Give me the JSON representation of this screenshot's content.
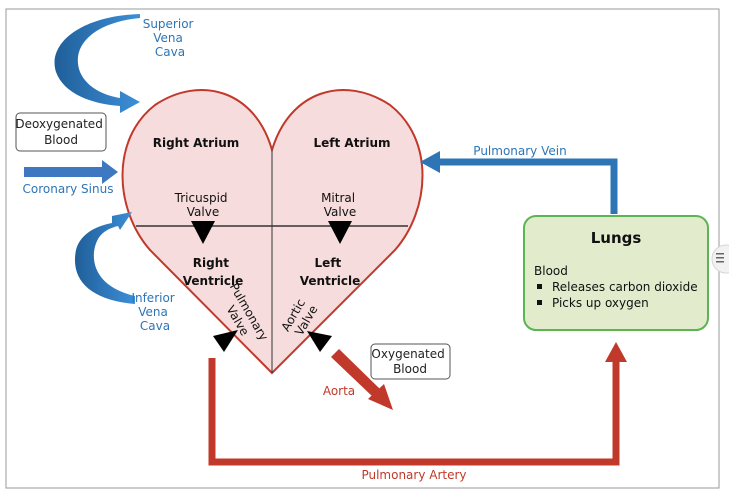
{
  "labels": {
    "superior_vena_cava": [
      "Superior",
      "Vena",
      "Cava"
    ],
    "inferior_vena_cava": [
      "Inferior",
      "Vena",
      "Cava"
    ],
    "coronary_sinus": "Coronary Sinus",
    "deoxygenated_blood": [
      "Deoxygenated",
      "Blood"
    ],
    "oxygenated_blood": [
      "Oxygenated",
      "Blood"
    ],
    "right_atrium": "Right Atrium",
    "left_atrium": "Left Atrium",
    "tricuspid_valve": [
      "Tricuspid",
      "Valve"
    ],
    "mitral_valve": [
      "Mitral",
      "Valve"
    ],
    "right_ventricle": [
      "Right",
      "Ventricle"
    ],
    "left_ventricle": [
      "Left",
      "Ventricle"
    ],
    "pulmonary_valve": [
      "Pulmonary",
      "Valve"
    ],
    "aortic_valve": [
      "Aortic",
      "Valve"
    ],
    "aorta": "Aorta",
    "pulmonary_vein": "Pulmonary Vein",
    "pulmonary_artery": "Pulmonary Artery"
  },
  "lungs": {
    "title": "Lungs",
    "heading": "Blood",
    "bullets": [
      "Releases carbon dioxide",
      "Picks up oxygen"
    ]
  },
  "colors": {
    "blue": "#2e75b6",
    "red": "#c0392b",
    "heart_fill": "#f6dcdc",
    "heart_stroke": "#c0392b",
    "lungs_fill": "#e2eccd",
    "lungs_stroke": "#5ab552"
  }
}
